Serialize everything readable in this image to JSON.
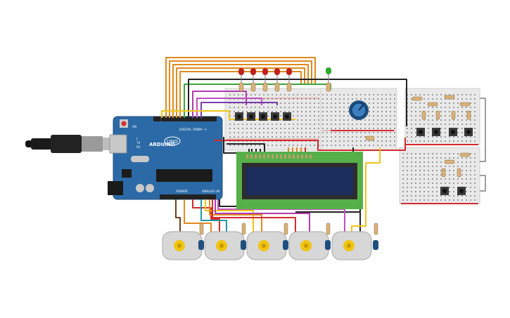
{
  "arduino": {
    "brand": "ARDUINO",
    "model": "UNO",
    "digital_label": "DIGITAL (PWM ~)",
    "analog_label": "ANALOG IN",
    "power_label": "POWER",
    "tx_label": "TX",
    "rx_label": "RX",
    "l_label": "L",
    "on_label": "ON"
  },
  "components": {
    "red_led_count": 5,
    "green_led_count": 1,
    "motor_count": 5,
    "pushbutton_count_main": 5,
    "pushbutton_count_right_top": 4,
    "pushbutton_count_right_bottom": 2
  },
  "colors": {
    "board": "#2b6aa6",
    "board_dark": "#1f4f80",
    "breadboard": "#e9e9e9",
    "lcd_pcb": "#56b04a",
    "lcd_screen": "#1a2d5c",
    "wire_orange": "#e08a1e",
    "wire_red": "#d42a2a",
    "wire_black": "#222222",
    "wire_yellow": "#f0c419",
    "wire_green": "#3aa53a",
    "wire_purple": "#b03ab0",
    "wire_brown": "#6b3f1f",
    "wire_teal": "#1f9aa5",
    "led_red": "#c0201a",
    "led_green": "#2ea82e",
    "motor_body": "#d7d7d7",
    "motor_gear": "#f1c40f"
  }
}
